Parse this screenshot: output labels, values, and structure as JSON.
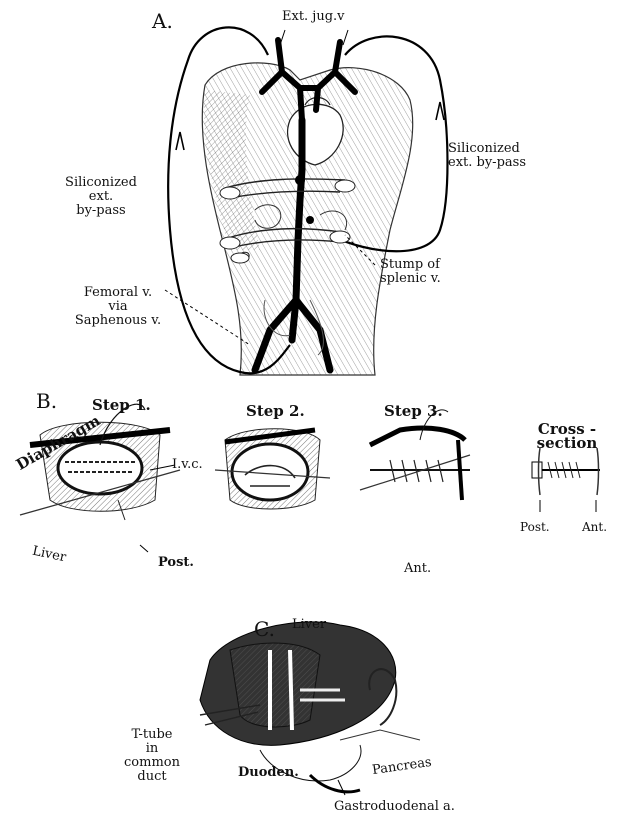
{
  "panel_a": {
    "letter": "A.",
    "ext_jug": "Ext. jug.v",
    "siliconized_right": "Siliconized\next. by-pass",
    "siliconized_left": "Siliconized\next.\nby-pass",
    "stump_splenic": "Stump of\nsplenic v.",
    "femoral": "Femoral v.\nvia\nSaphenous v."
  },
  "panel_b": {
    "letter": "B.",
    "step1": "Step 1.",
    "step2": "Step 2.",
    "step3": "Step 3.",
    "cross_section": "Cross - section",
    "diaphragm": "Diaphragm",
    "ivc": "I.v.c.",
    "liver": "Liver",
    "post": "Post.",
    "ant": "Ant.",
    "cs_post": "Post.",
    "cs_ant": "Ant."
  },
  "panel_c": {
    "letter": "C.",
    "liver": "Liver",
    "t_tube": "T-tube\nin\ncommon\nduct",
    "duoden": "Duoden.",
    "pancreas": "Pancreas",
    "gastroduodenal": "Gastroduodenal a."
  }
}
